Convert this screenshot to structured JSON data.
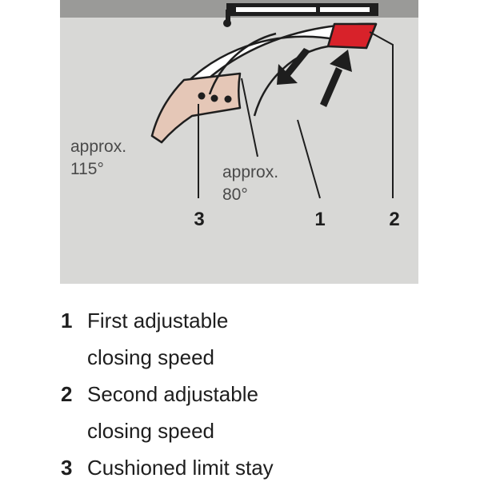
{
  "diagram": {
    "label_115": {
      "line1": "approx.",
      "line2": "115°"
    },
    "label_80": {
      "line1": "approx.",
      "line2": "80°"
    },
    "callouts": [
      "1",
      "2",
      "3"
    ],
    "colors": {
      "background_panel": "#d8d8d6",
      "speed_zone_2": "#d8222a",
      "limit_stay_zone": "#e5c7b7",
      "arc_fill": "#ffffff",
      "outline": "#1e1e1e"
    }
  },
  "legend": [
    {
      "number": "1",
      "text": "First adjustable\nclosing speed"
    },
    {
      "number": "2",
      "text": "Second adjustable\nclosing speed"
    },
    {
      "number": "3",
      "text": "Cushioned limit stay"
    }
  ]
}
